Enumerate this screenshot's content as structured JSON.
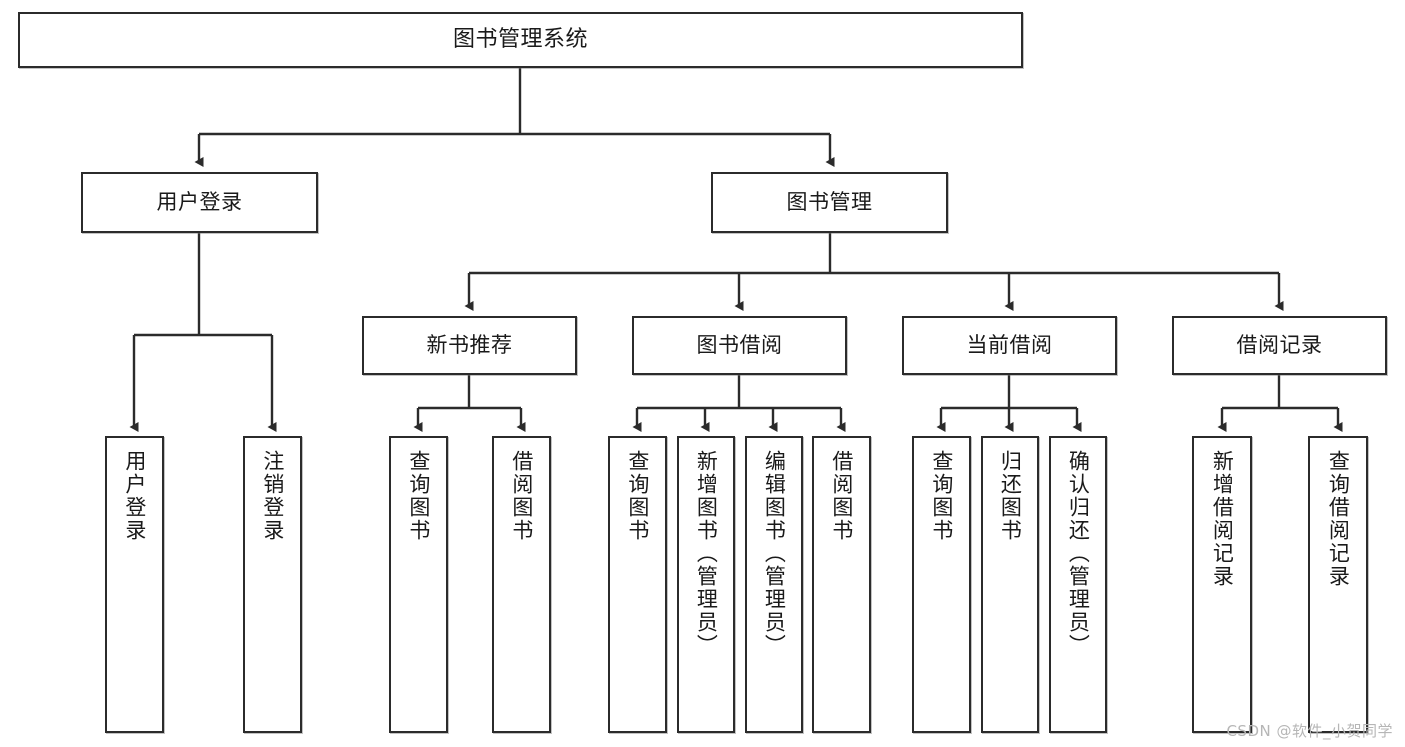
{
  "diagram": {
    "title": "图书管理系统",
    "type": "tree",
    "watermark": "CSDN @软件_小贺同学",
    "theme": {
      "background": "#ffffff",
      "border": "#2b2b2b",
      "text": "#1a1a1a",
      "watermark_color": "#b6b6b6"
    },
    "levels": [
      {
        "level": 1,
        "nodes": [
          {
            "id": "root",
            "label": "图书管理系统",
            "orientation": "horizontal"
          }
        ]
      },
      {
        "level": 2,
        "nodes": [
          {
            "id": "user-login",
            "label": "用户登录",
            "orientation": "horizontal",
            "parent": "root"
          },
          {
            "id": "book-manage",
            "label": "图书管理",
            "orientation": "horizontal",
            "parent": "root"
          }
        ]
      },
      {
        "level": 3,
        "nodes": [
          {
            "id": "new-book-rec",
            "label": "新书推荐",
            "orientation": "horizontal",
            "parent": "book-manage"
          },
          {
            "id": "book-borrow",
            "label": "图书借阅",
            "orientation": "horizontal",
            "parent": "book-manage"
          },
          {
            "id": "current-borrow",
            "label": "当前借阅",
            "orientation": "horizontal",
            "parent": "book-manage"
          },
          {
            "id": "borrow-record",
            "label": "借阅记录",
            "orientation": "horizontal",
            "parent": "book-manage"
          }
        ]
      },
      {
        "level": 4,
        "nodes": [
          {
            "id": "leaf-user-login",
            "label": "用户登录",
            "orientation": "vertical",
            "parent": "user-login"
          },
          {
            "id": "leaf-logout-login",
            "label": "注销登录",
            "orientation": "vertical",
            "parent": "user-login"
          },
          {
            "id": "leaf-query-book-1",
            "label": "查询图书",
            "orientation": "vertical",
            "parent": "new-book-rec"
          },
          {
            "id": "leaf-borrow-book-1",
            "label": "借阅图书",
            "orientation": "vertical",
            "parent": "new-book-rec"
          },
          {
            "id": "leaf-query-book-2",
            "label": "查询图书",
            "orientation": "vertical",
            "parent": "book-borrow"
          },
          {
            "id": "leaf-add-book",
            "label": "新增图书（管理员）",
            "orientation": "vertical",
            "parent": "book-borrow"
          },
          {
            "id": "leaf-edit-book",
            "label": "编辑图书（管理员）",
            "orientation": "vertical",
            "parent": "book-borrow"
          },
          {
            "id": "leaf-borrow-book-2",
            "label": "借阅图书",
            "orientation": "vertical",
            "parent": "book-borrow"
          },
          {
            "id": "leaf-query-book-3",
            "label": "查询图书",
            "orientation": "vertical",
            "parent": "current-borrow"
          },
          {
            "id": "leaf-return-book",
            "label": "归还图书",
            "orientation": "vertical",
            "parent": "current-borrow"
          },
          {
            "id": "leaf-confirm-return",
            "label": "确认归还（管理员）",
            "orientation": "vertical",
            "parent": "current-borrow"
          },
          {
            "id": "leaf-add-record",
            "label": "新增借阅记录",
            "orientation": "vertical",
            "parent": "borrow-record"
          },
          {
            "id": "leaf-query-record",
            "label": "查询借阅记录",
            "orientation": "vertical",
            "parent": "borrow-record"
          }
        ]
      }
    ]
  }
}
